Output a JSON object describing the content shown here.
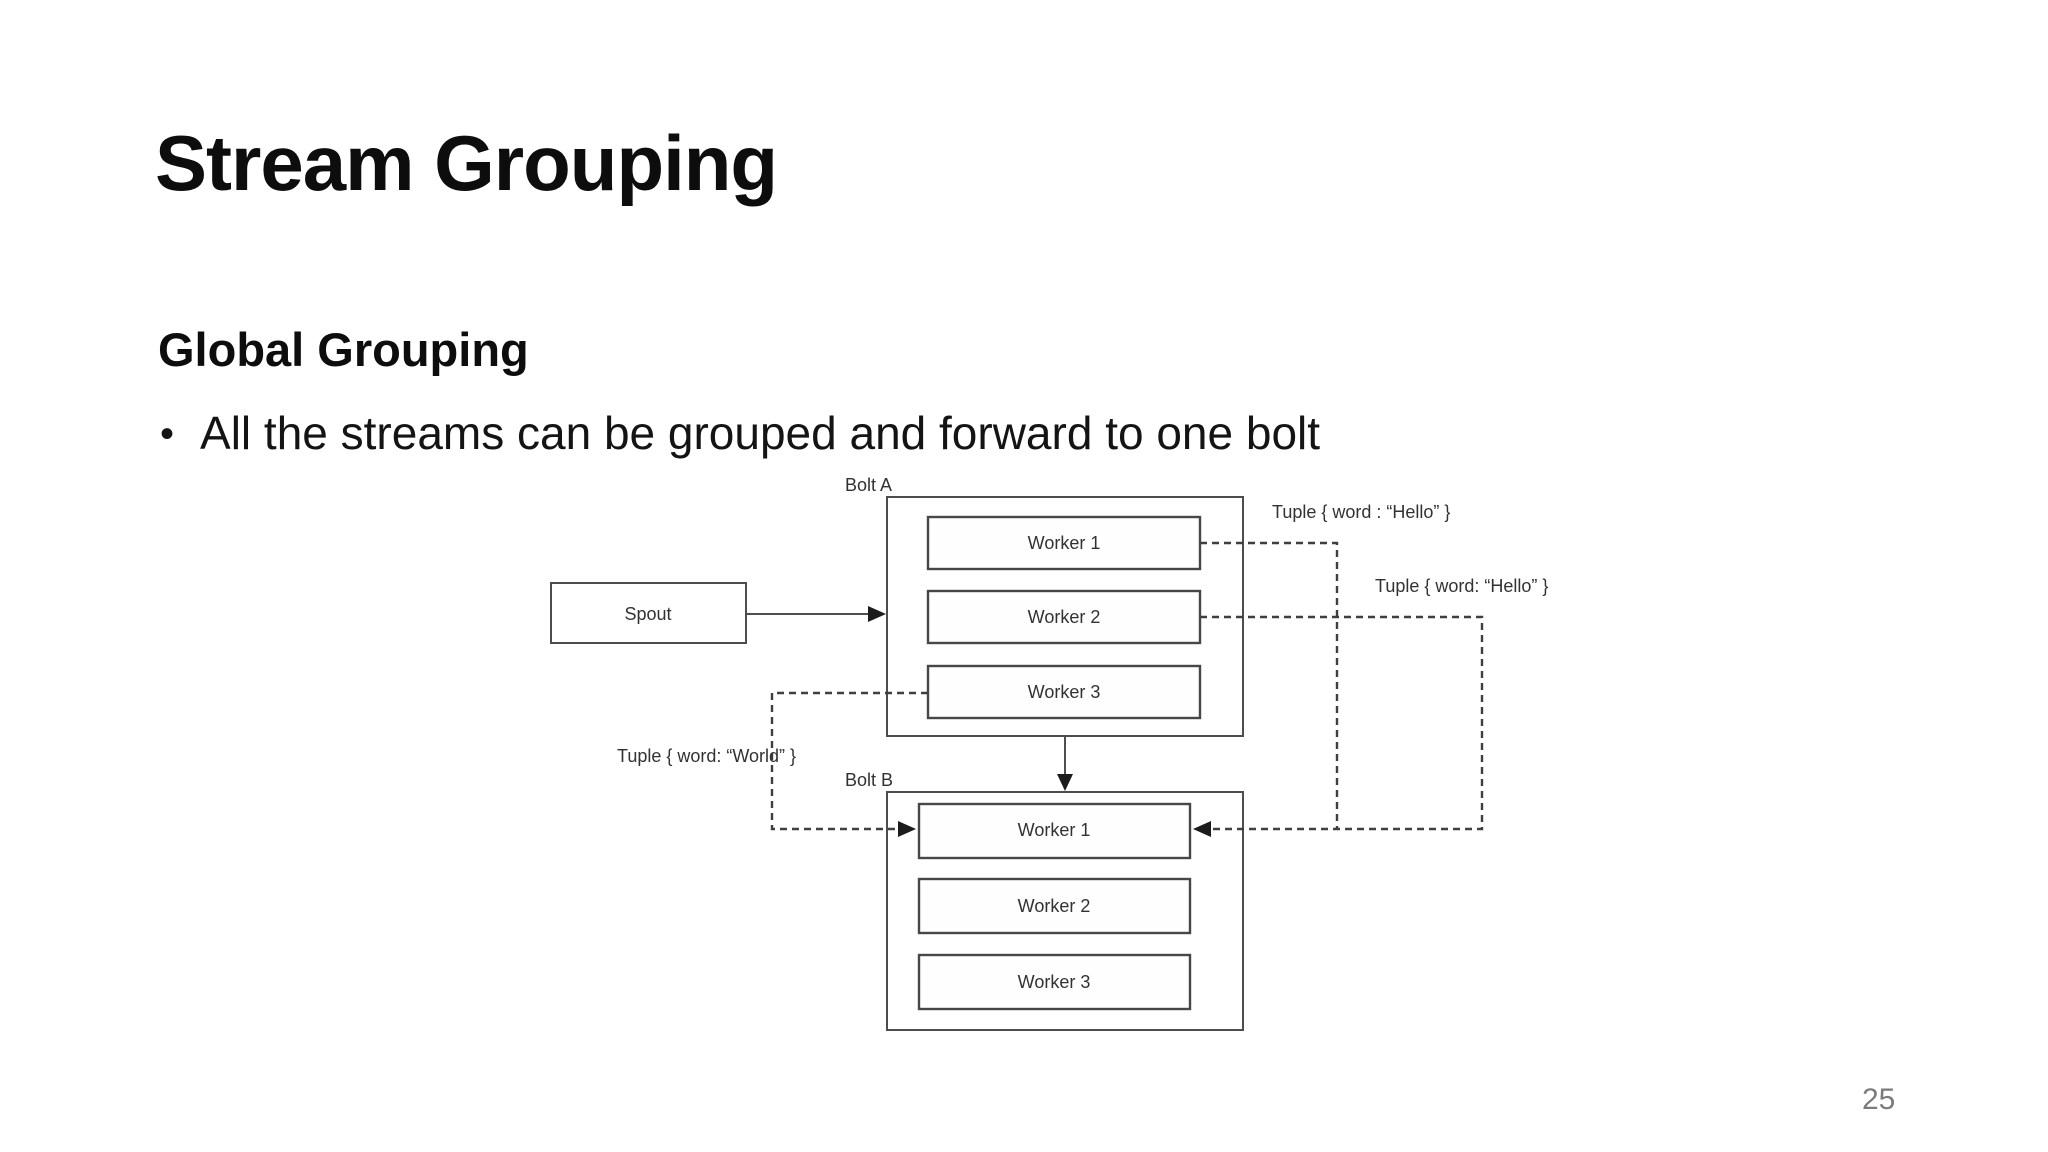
{
  "slide": {
    "title": "Stream Grouping",
    "subtitle": "Global Grouping",
    "bullet_marker": "•",
    "bullet": "All the streams can be grouped and forward to one bolt",
    "page_number": "25"
  },
  "diagram": {
    "spout_label": "Spout",
    "bolt_a_label": "Bolt A",
    "bolt_b_label": "Bolt B",
    "bolt_a_workers": [
      "Worker 1",
      "Worker 2",
      "Worker 3"
    ],
    "bolt_b_workers": [
      "Worker 1",
      "Worker 2",
      "Worker 3"
    ],
    "tuple_hello_top": "Tuple { word : “Hello” }",
    "tuple_hello_right": "Tuple { word: “Hello” }",
    "tuple_world": "Tuple { word: “World” }",
    "line_color": "#3f3f3f",
    "box_stroke_color": "#4d4d4d"
  }
}
